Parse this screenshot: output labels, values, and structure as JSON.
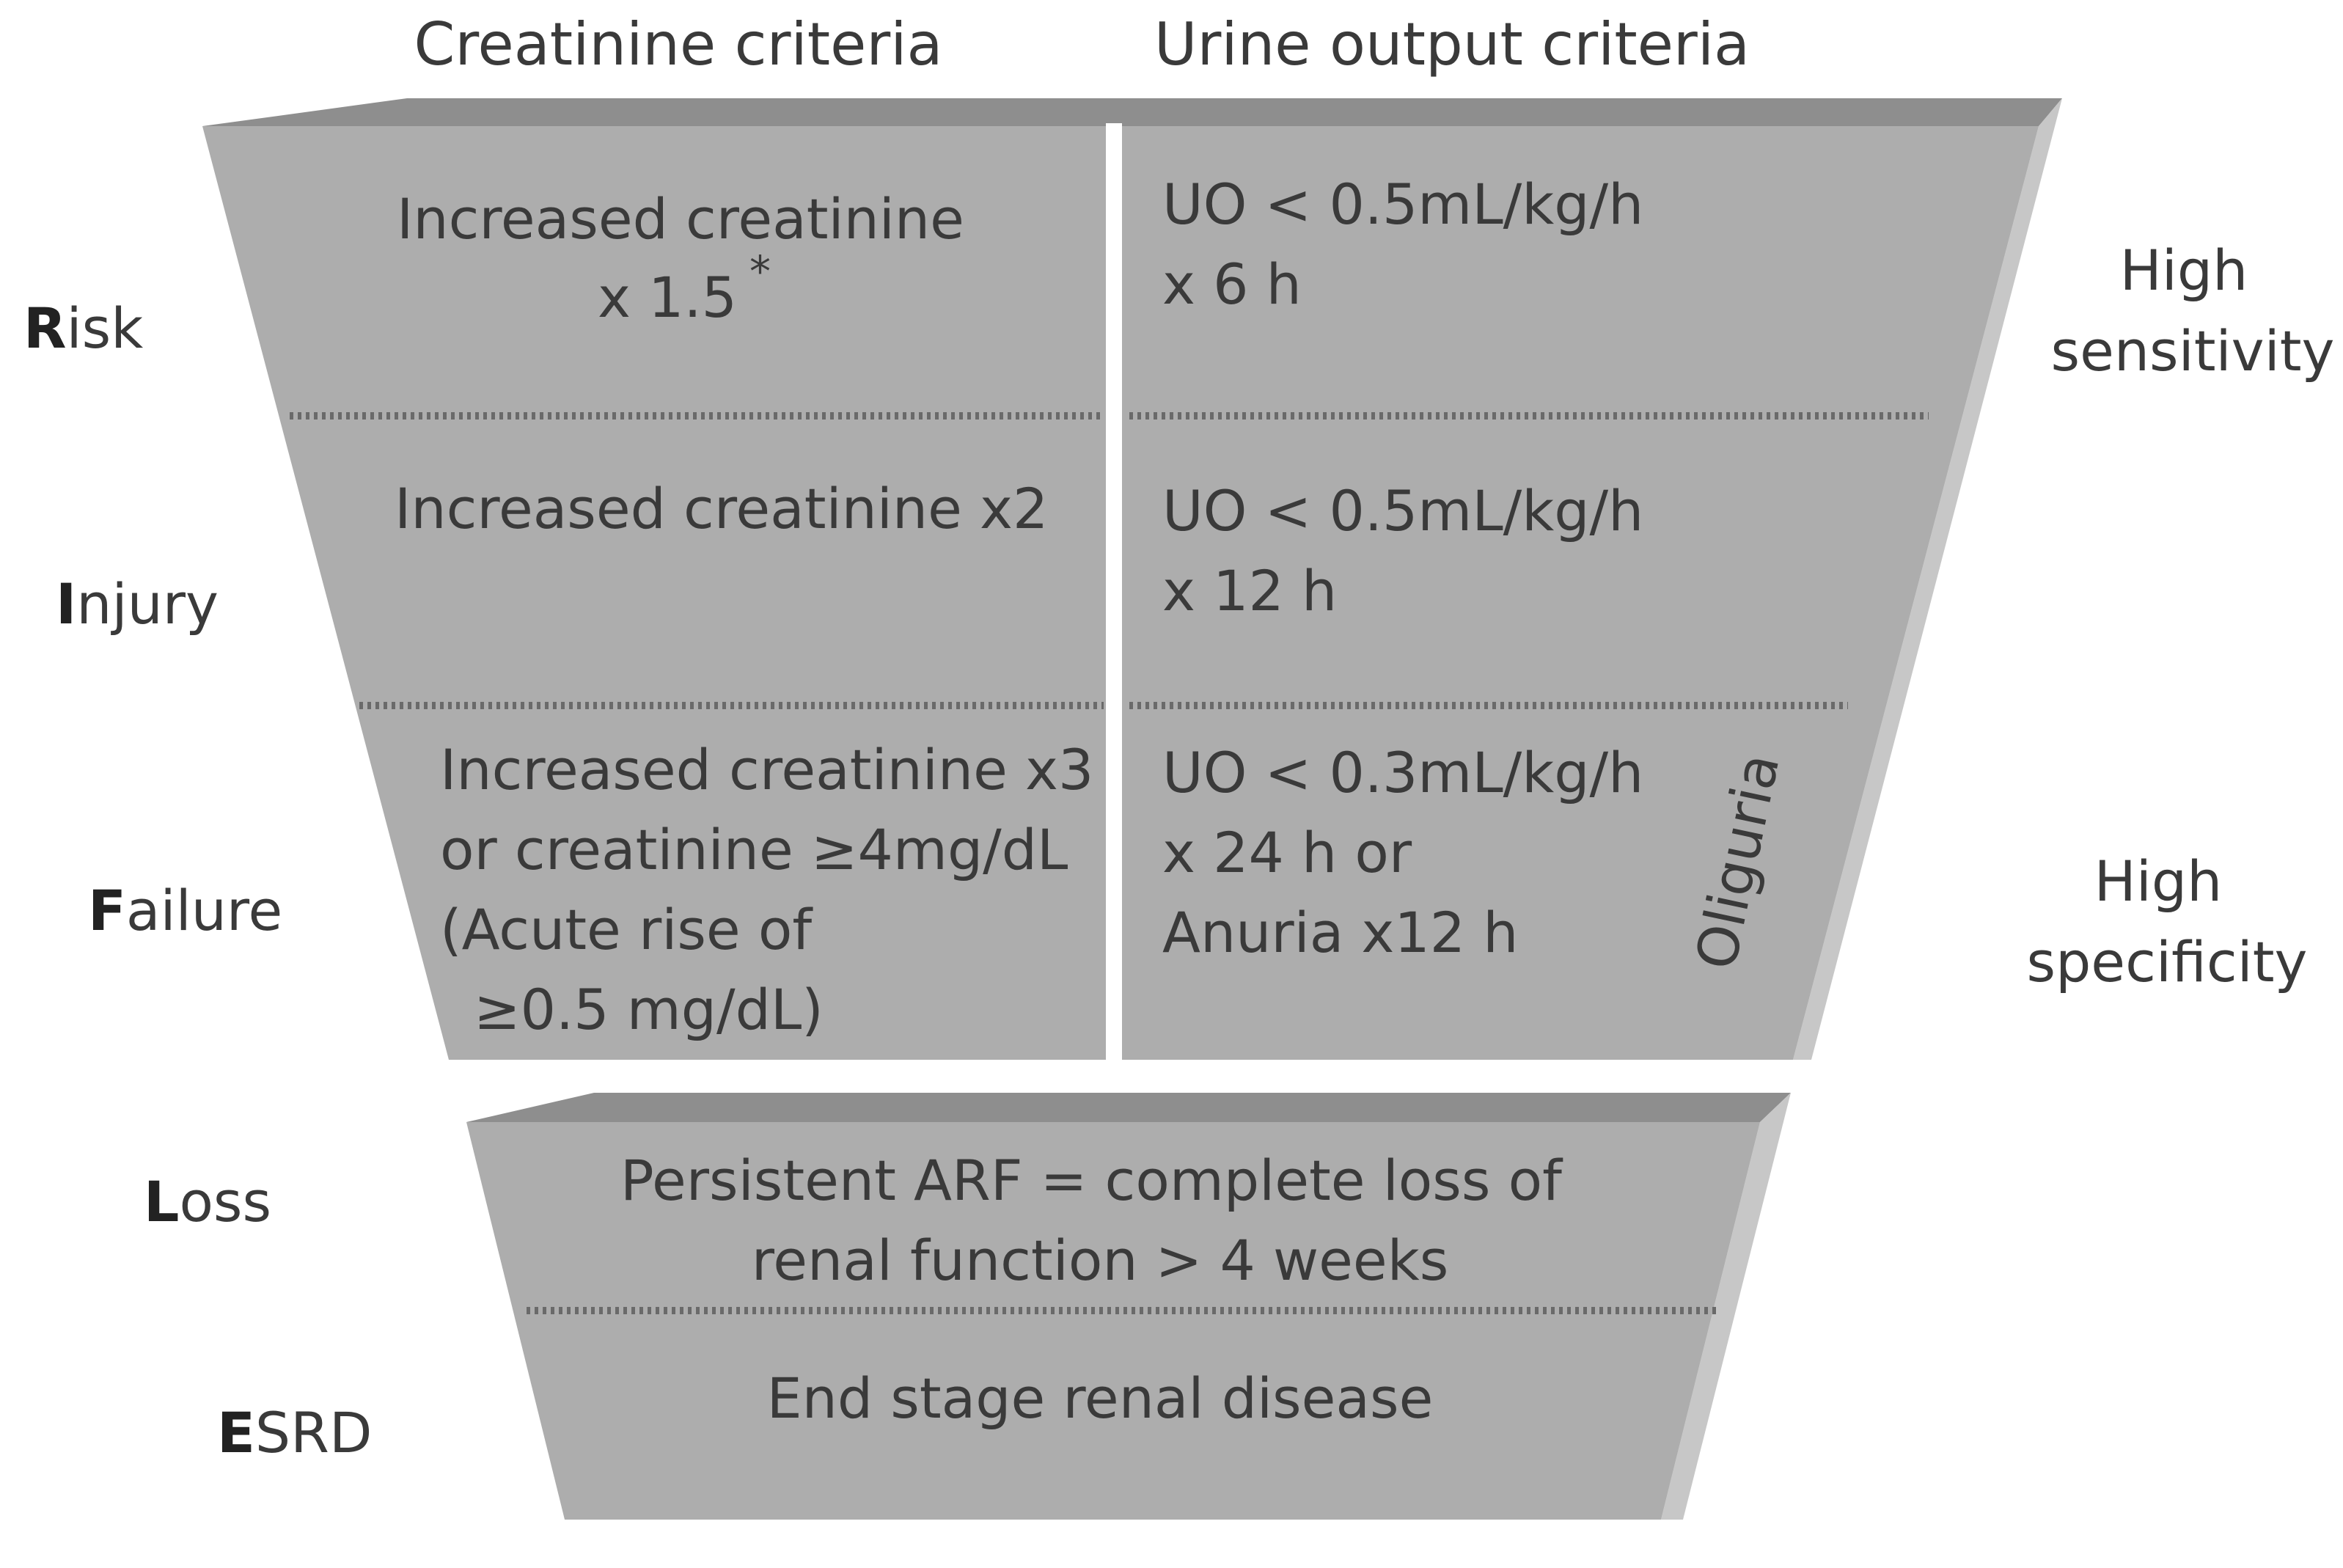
{
  "headers": {
    "creatinine": "Creatinine criteria",
    "urine": "Urine output criteria"
  },
  "stages": [
    {
      "initial": "R",
      "rest": "isk"
    },
    {
      "initial": "I",
      "rest": "njury"
    },
    {
      "initial": "F",
      "rest": "ailure"
    },
    {
      "initial": "L",
      "rest": "oss"
    },
    {
      "initial": "E",
      "rest": "SRD"
    }
  ],
  "creatinine": {
    "risk": [
      "Increased creatinine",
      "x 1.5"
    ],
    "risk_mark": "*",
    "injury": "Increased creatinine x2",
    "failure": [
      "Increased creatinine x3",
      "or creatinine ≥4mg/dL",
      "(Acute rise of",
      "≥0.5 mg/dL)"
    ]
  },
  "urine": {
    "risk": [
      "UO < 0.5mL/kg/h",
      "x 6 h"
    ],
    "injury": [
      "UO < 0.5mL/kg/h",
      "x 12 h"
    ],
    "failure": [
      "UO < 0.3mL/kg/h",
      "x 24 h or",
      "Anuria x12 h"
    ]
  },
  "oliguria": "Oliguria",
  "loss_text": [
    "Persistent ARF = complete loss of",
    "renal function > 4 weeks"
  ],
  "esrd_text": "End stage renal disease",
  "sensitivity": [
    "High",
    "sensitivity"
  ],
  "specificity": [
    "High",
    "specificity"
  ],
  "colors": {
    "face": "#adadad",
    "top_edge": "#8e8e8e",
    "side_edge": "#c4c4c4",
    "divider": "#ffffff",
    "dots": "#6e6e6e",
    "text": "#3a3a3a"
  }
}
